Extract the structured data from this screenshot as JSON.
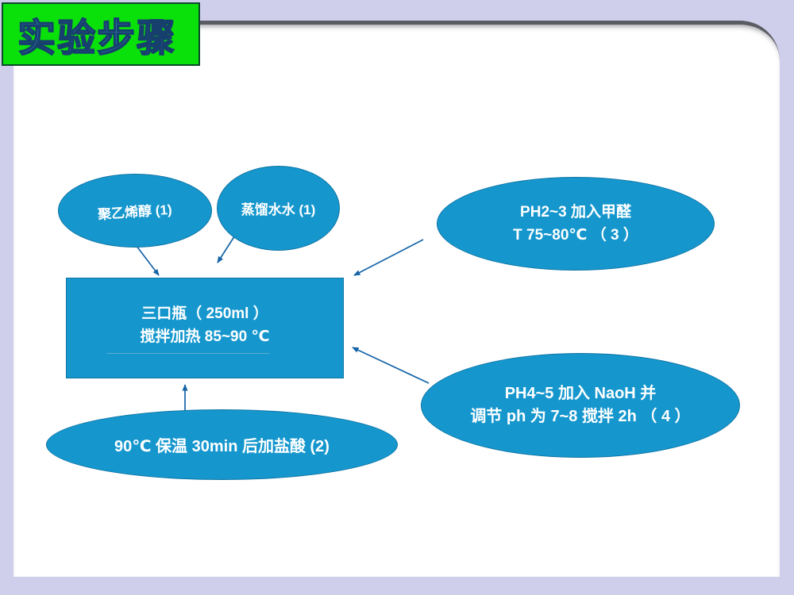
{
  "slide": {
    "title": "实验步骤",
    "colors": {
      "background": "#cfcfec",
      "surface": "#ffffff",
      "title_background": "#0ae00a",
      "title_text": "#2e7cb0",
      "shape_fill": "#1597ce",
      "shape_border": "#0d74a4",
      "shape_text": "#ffffff",
      "arrow": "#1564a8"
    }
  },
  "diagram": {
    "nodes": {
      "pva": {
        "shape": "ellipse",
        "line1": "聚乙烯醇 (1)"
      },
      "water": {
        "shape": "ellipse",
        "line1": "蒸馏水水 (1)"
      },
      "formaldehyde": {
        "shape": "ellipse",
        "line1": "PH2~3 加入甲醛",
        "line2": "T 75~80℃ （ 3 ）"
      },
      "flask": {
        "shape": "rectangle",
        "line1": "三口瓶（ 250ml ）",
        "line2": "搅拌加热 85~90 ℃"
      },
      "naoh": {
        "shape": "ellipse",
        "line1": "PH4~5 加入 NaoH 并",
        "line2": "调节 ph 为 7~8 搅拌 2h （ 4 ）"
      },
      "hcl": {
        "shape": "ellipse",
        "line1": "90℃ 保温 30min 后加盐酸 (2)"
      }
    },
    "connections": [
      {
        "from": "pva",
        "to": "flask"
      },
      {
        "from": "water",
        "to": "flask"
      },
      {
        "from": "formaldehyde",
        "to": "flask"
      },
      {
        "from": "naoh",
        "to": "flask"
      },
      {
        "from": "hcl",
        "to": "flask"
      }
    ]
  }
}
